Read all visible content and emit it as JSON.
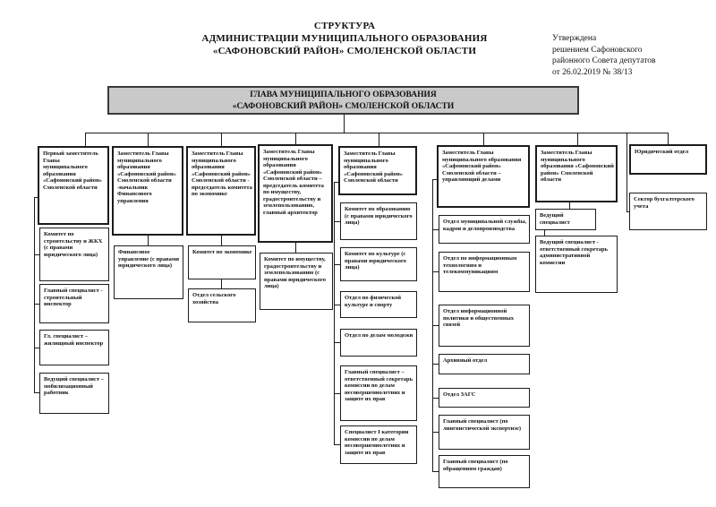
{
  "title": {
    "line1": "СТРУКТУРА",
    "line2": "АДМИНИСТРАЦИИ МУНИЦИПАЛЬНОГО ОБРАЗОВАНИЯ",
    "line3": "«САФОНОВСКИЙ РАЙОН» СМОЛЕНСКОЙ ОБЛАСТИ"
  },
  "approval": {
    "line1": "Утверждена",
    "line2": "решением Сафоновского",
    "line3": "районного Совета депутатов",
    "line4": "от 26.02.2019 № 38/13"
  },
  "head": {
    "line1": "ГЛАВА МУНИЦИПАЛЬНОГО ОБРАЗОВАНИЯ",
    "line2": "«САФОНОВСКИЙ РАЙОН» СМОЛЕНСКОЙ ОБЛАСТИ",
    "fill_color": "#c9c9c9"
  },
  "columns": [
    {
      "boxes": [
        {
          "text": "Первый заместитель Главы муниципального образования «Сафоновский район» Смоленской области"
        },
        {
          "text": "Комитет по строительству и ЖКХ (с правами юридического лица)"
        },
        {
          "text": "Главный специалист - строительный инспектор"
        },
        {
          "text": "Гл. специалист – жилищный инспектор"
        },
        {
          "text": "Ведущий специалист – мобилизационный работник"
        }
      ]
    },
    {
      "boxes": [
        {
          "text": "Заместитель Главы муниципального образования «Сафоновский район» Смоленской области -начальник Финансового управления"
        },
        {
          "text": "Финансовое управление (с правами юридического лица)"
        }
      ]
    },
    {
      "boxes": [
        {
          "text": "Заместитель Главы муниципального образования «Сафоновский район» Смоленской области - председатель комитета по экономике"
        },
        {
          "text": "Комитет по экономике"
        },
        {
          "text": "Отдел сельского хозяйства"
        }
      ]
    },
    {
      "boxes": [
        {
          "text": "Заместитель Главы муниципального образования «Сафоновский район» Смоленской области – председатель комитета по имуществу, градостроительству и землепользованию, главный архитектор"
        },
        {
          "text": "Комитет по имуществу, градостроительству и землепользованию (с правами юридического лица)"
        }
      ]
    },
    {
      "boxes": [
        {
          "text": "Заместитель Главы муниципального образования «Сафоновский район» Смоленской области"
        },
        {
          "text": "Комитет по образованию (с правами юридического лица)"
        },
        {
          "text": "Комитет по культуре (с правами юридического лица)"
        },
        {
          "text": "Отдел по физической культуре и спорту"
        },
        {
          "text": "Отдел по делам молодежи"
        },
        {
          "text": "Главный специалист – ответственный секретарь комиссии по делам несовершеннолетних и защите их прав"
        },
        {
          "text": "Специалист I категории комиссии по делам несовершеннолетних и защите их прав"
        }
      ]
    },
    {
      "boxes": [
        {
          "text": "Заместитель Главы муниципального образования «Сафоновский район» Смоленской области – управляющий делами"
        },
        {
          "text": "Отдел муниципальной службы, кадров и делопроизводства"
        },
        {
          "text": "Отдел по информационным технологиям и телекоммуникациям"
        },
        {
          "text": "Отдел информационной политики и общественных связей"
        },
        {
          "text": "Архивный отдел"
        },
        {
          "text": "Отдел ЗАГС"
        },
        {
          "text": "Главный специалист (по лингвистической экспертизе)"
        },
        {
          "text": "Главный специалист (по обращениям граждан)"
        }
      ]
    },
    {
      "boxes": [
        {
          "text": "Заместитель Главы муниципального образования «Сафоновский район» Смоленской области"
        },
        {
          "text": "Ведущий специалист"
        },
        {
          "text": "Ведущий специалист - ответственный секретарь административной комиссии"
        }
      ]
    },
    {
      "boxes": [
        {
          "text": "Юридический отдел"
        },
        {
          "text": "Сектор бухгалтерского учета"
        }
      ]
    }
  ]
}
